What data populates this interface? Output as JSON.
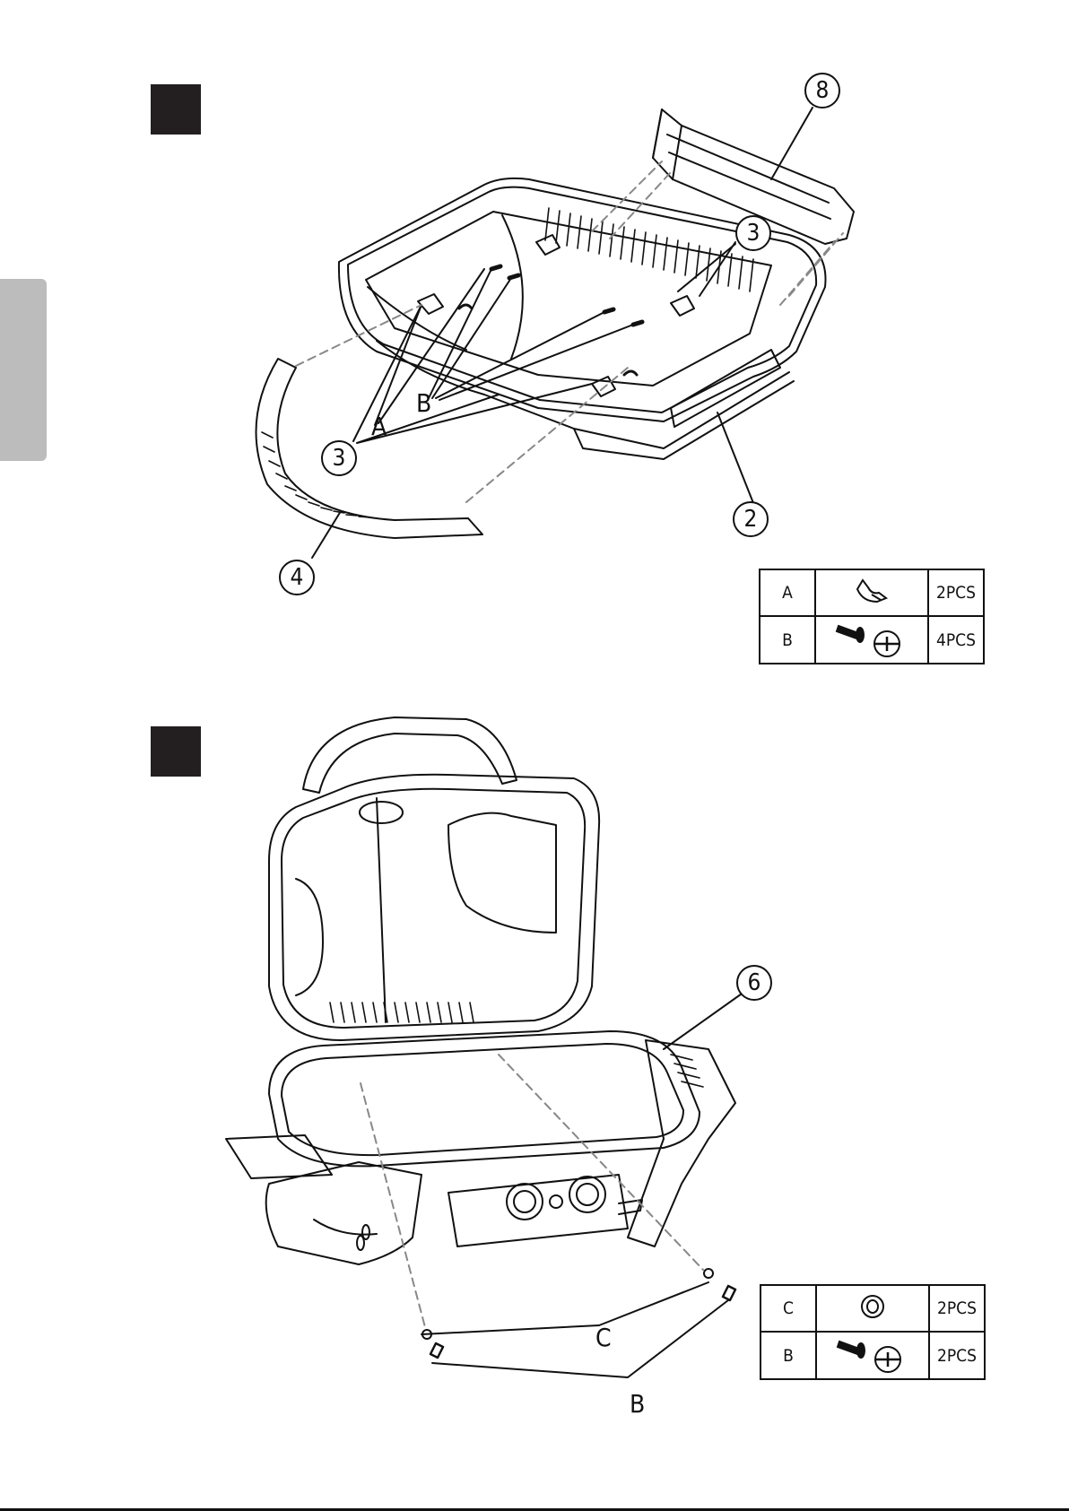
{
  "step1": {
    "callouts": {
      "part8": "8",
      "part3_top": "3",
      "part3_left": "3",
      "part2": "2",
      "part4": "4"
    },
    "letters": {
      "a": "A",
      "b": "B"
    },
    "hardware": [
      {
        "letter": "A",
        "icon": "wing-nut-icon",
        "qty": "2PCS"
      },
      {
        "letter": "B",
        "icon": "phillips-screw-icon",
        "qty": "4PCS"
      }
    ]
  },
  "step2": {
    "callouts": {
      "part6": "6"
    },
    "letters": {
      "c": "C",
      "b": "B"
    },
    "hardware": [
      {
        "letter": "C",
        "icon": "washer-icon",
        "qty": "2PCS"
      },
      {
        "letter": "B",
        "icon": "phillips-screw-icon",
        "qty": "2PCS"
      }
    ]
  },
  "colors": {
    "ink": "#111111",
    "step_box": "#231f20",
    "side_tab": "#bcbcbc",
    "dashed_guide": "#888888"
  }
}
